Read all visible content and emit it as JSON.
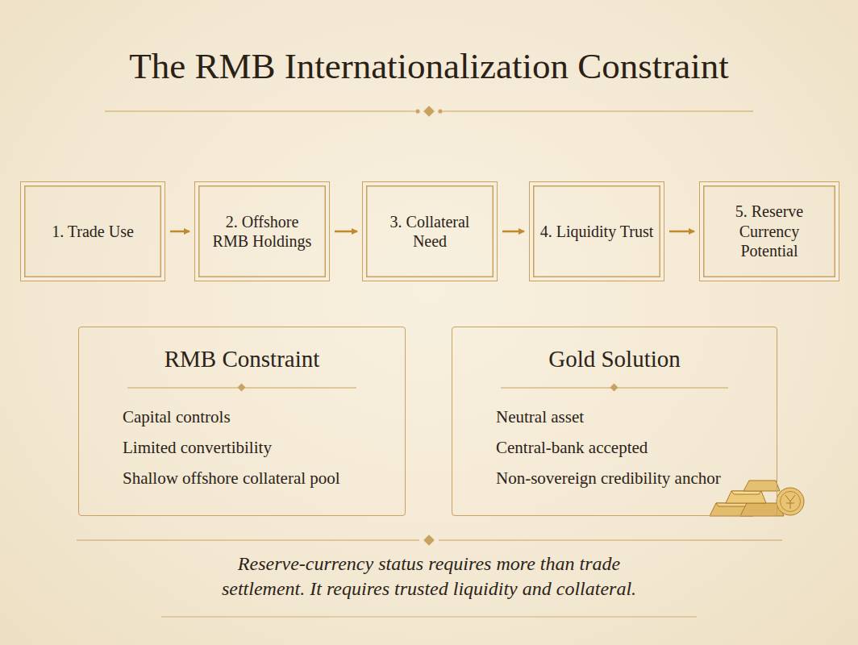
{
  "diagram": {
    "title": "The RMB Internationalization Constraint",
    "caption": "Reserve-currency status requires more than trade settlement. It requires trusted liquidity and collateral.",
    "nodes": [
      {
        "text": [
          "1. Trade Use"
        ]
      },
      {
        "text": [
          "2. Offshore RMB Holdings"
        ]
      },
      {
        "text": [
          "3. Collateral Need"
        ]
      },
      {
        "text": [
          "4. Liquidity Trust"
        ]
      },
      {
        "text": [
          "5. Reserve Currency Potential"
        ]
      },
      {
        "text": [
          "RMB Constraint",
          "Capital controls",
          "Limited convertibility",
          "Shallow offshore collateral pool"
        ]
      },
      {
        "text": [
          "Gold Solution",
          "Neutral asset",
          "Central-bank accepted",
          "Non-sovereign credibility anchor"
        ]
      }
    ],
    "edges": [
      {
        "from": 0,
        "to": 1,
        "arrow": "to"
      },
      {
        "from": 1,
        "to": 2,
        "arrow": "to"
      },
      {
        "from": 2,
        "to": 3,
        "arrow": "to"
      },
      {
        "from": 3,
        "to": 4,
        "arrow": "to"
      }
    ]
  }
}
